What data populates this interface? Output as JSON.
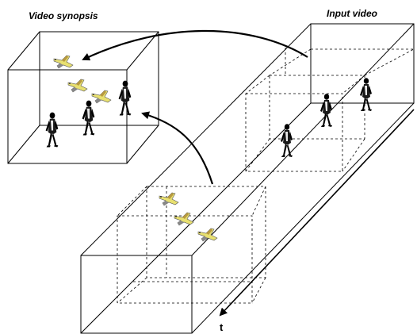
{
  "labels": {
    "synopsis": "Video synopsis",
    "input": "Input video",
    "time_axis": "t"
  },
  "colors": {
    "line": "#000000",
    "bird_body": "#e8e070",
    "bird_wing": "#b89a40",
    "bird_shadow": "#888888"
  },
  "icons": [
    "walking-person-icon",
    "bird-icon"
  ]
}
